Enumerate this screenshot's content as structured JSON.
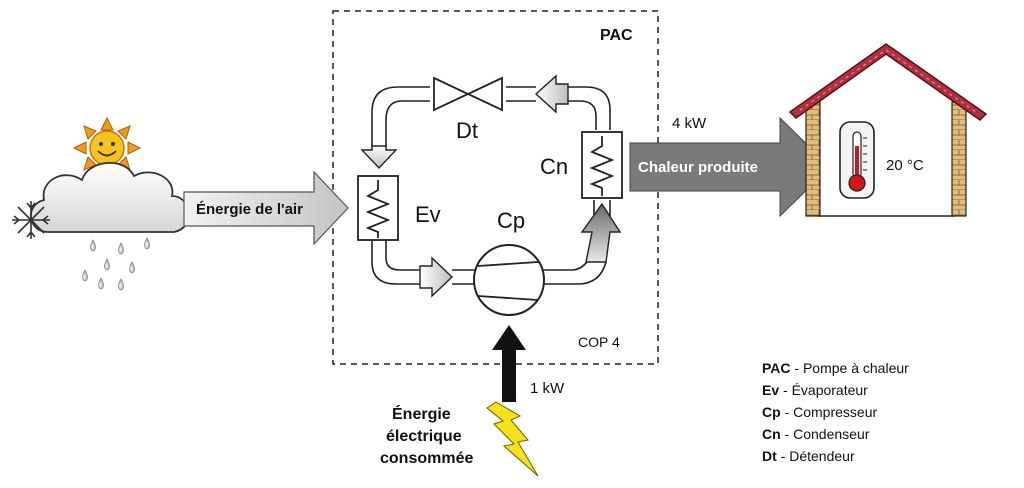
{
  "box": {
    "title": "PAC",
    "cop": "COP  4"
  },
  "components": {
    "dt": "Dt",
    "ev": "Ev",
    "cp": "Cp",
    "cn": "Cn"
  },
  "inputs": {
    "air_energy": "Énergie de l'air",
    "heat_power": "4 kW",
    "heat_label": "Chaleur produite",
    "elec_power": "1 kW",
    "elec_line1": "Énergie",
    "elec_line2": "électrique",
    "elec_line3": "consommée"
  },
  "house": {
    "temperature": "20 °C"
  },
  "legend": [
    {
      "abbr": "PAC",
      "desc": " - Pompe à chaleur"
    },
    {
      "abbr": "Ev",
      "desc": " - Évaporateur"
    },
    {
      "abbr": "Cp",
      "desc": " - Compresseur"
    },
    {
      "abbr": "Cn",
      "desc": " - Condenseur"
    },
    {
      "abbr": "Dt",
      "desc": " - Détendeur"
    }
  ],
  "colors": {
    "heat_arrow": "#7a7a7a",
    "air_arrow": "#d0d0d0",
    "roof": "#b03040",
    "brick": "#d9b06a",
    "thermo_red": "#d01818",
    "bolt": "#f6e21a"
  }
}
